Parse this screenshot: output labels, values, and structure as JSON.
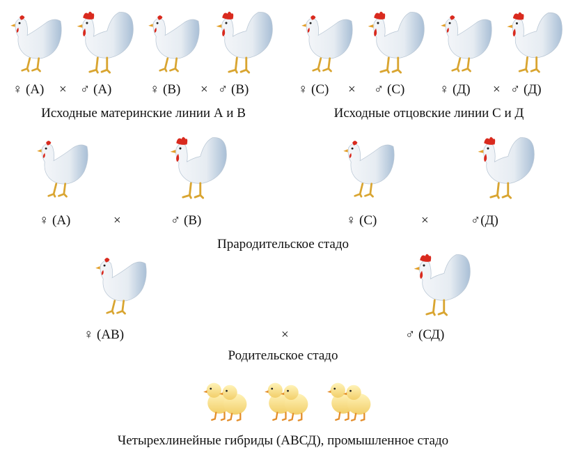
{
  "row1": {
    "labels": [
      "♀ (А)",
      "×",
      "♂ (А)",
      "♀ (В)",
      "×",
      "♂ (В)",
      "♀ (С)",
      "×",
      "♂ (С)",
      "♀ (Д)",
      "×",
      "♂ (Д)"
    ],
    "caption_maternal": "Исходные материнские линии А и В",
    "caption_paternal": "Исходные отцовские линии С и Д"
  },
  "row2": {
    "labels": [
      "♀ (А)",
      "×",
      "♂ (В)",
      "♀ (С)",
      "×",
      "♂(Д)"
    ],
    "caption": "Прародительское стадо"
  },
  "row3": {
    "labels": [
      "♀ (АВ)",
      "×",
      "♂ (СД)"
    ],
    "caption": "Родительское стадо"
  },
  "row4": {
    "caption": "Четырехлинейные гибриды (АВСД), промышленное стадо"
  },
  "icons": {
    "hen": "hen-icon",
    "rooster": "rooster-icon",
    "chicks": "chicks-icon"
  }
}
